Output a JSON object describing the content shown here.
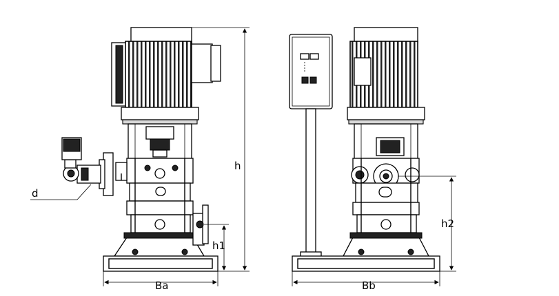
{
  "diagram": {
    "labels": {
      "d": "d",
      "h": "h",
      "h1": "h1",
      "h2": "h2",
      "Ba": "Ba",
      "Bb": "Bb"
    },
    "colors": {
      "line": "#000000",
      "fill_dark": "#222222",
      "fill_light": "#d9d9d9",
      "background": "#ffffff"
    }
  }
}
